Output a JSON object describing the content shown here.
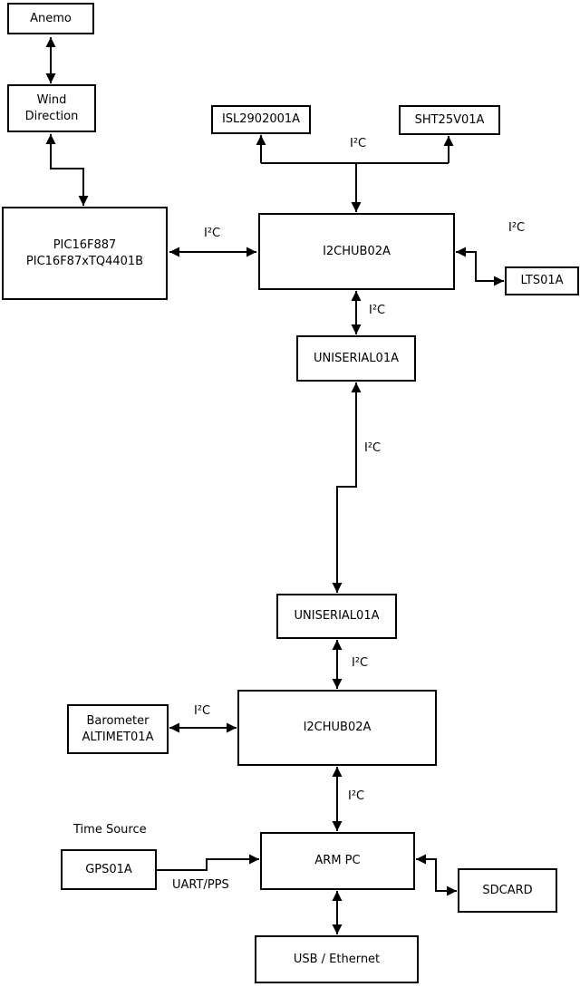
{
  "nodes": {
    "anemo": {
      "label": "Anemo"
    },
    "wind_direction": {
      "line1": "Wind",
      "line2": "Direction"
    },
    "pic": {
      "line1": "PIC16F887",
      "line2": "PIC16F87xTQ4401B"
    },
    "isl": {
      "label": "ISL2902001A"
    },
    "sht": {
      "label": "SHT25V01A"
    },
    "i2c_hub_top": {
      "label": "I2CHUB02A"
    },
    "lts": {
      "label": "LTS01A"
    },
    "uniserial_top": {
      "label": "UNISERIAL01A"
    },
    "uniserial_bottom": {
      "label": "UNISERIAL01A"
    },
    "barometer": {
      "line1": "Barometer",
      "line2": "ALTIMET01A"
    },
    "i2c_hub_bottom": {
      "label": "I2CHUB02A"
    },
    "gps": {
      "label": "GPS01A"
    },
    "arm_pc": {
      "label": "ARM PC"
    },
    "sdcard": {
      "label": "SDCARD"
    },
    "usb_ethernet": {
      "label": "USB / Ethernet"
    }
  },
  "edge_labels": {
    "i2c_sensors": "I²C",
    "i2c_pic": "I²C",
    "i2c_lts": "I²C",
    "i2c_hub_uniserial": "I²C",
    "i2c_uniserial_link": "I²C",
    "i2c_uniserial_hub2": "I²C",
    "i2c_barometer": "I²C",
    "i2c_hub2_armpc": "I²C",
    "time_source": "Time Source",
    "uart_pps": "UART/PPS"
  },
  "edges": [
    {
      "from": "anemo",
      "to": "wind_direction",
      "direction": "bidirectional"
    },
    {
      "from": "wind_direction",
      "to": "pic",
      "direction": "bidirectional"
    },
    {
      "from": "pic",
      "to": "i2c_hub_top",
      "direction": "bidirectional",
      "label": "I²C"
    },
    {
      "from": "i2c_hub_top",
      "to": "isl",
      "direction": "to",
      "label": "I²C"
    },
    {
      "from": "i2c_hub_top",
      "to": "sht",
      "direction": "to",
      "label": "I²C"
    },
    {
      "from": "i2c_hub_top",
      "to": "lts",
      "direction": "bidirectional",
      "label": "I²C"
    },
    {
      "from": "i2c_hub_top",
      "to": "uniserial_top",
      "direction": "bidirectional",
      "label": "I²C"
    },
    {
      "from": "uniserial_top",
      "to": "uniserial_bottom",
      "direction": "bidirectional",
      "label": "I²C"
    },
    {
      "from": "uniserial_bottom",
      "to": "i2c_hub_bottom",
      "direction": "bidirectional",
      "label": "I²C"
    },
    {
      "from": "barometer",
      "to": "i2c_hub_bottom",
      "direction": "bidirectional",
      "label": "I²C"
    },
    {
      "from": "i2c_hub_bottom",
      "to": "arm_pc",
      "direction": "bidirectional",
      "label": "I²C"
    },
    {
      "from": "gps",
      "to": "arm_pc",
      "direction": "to",
      "label": "UART/PPS"
    },
    {
      "from": "arm_pc",
      "to": "sdcard",
      "direction": "bidirectional"
    },
    {
      "from": "arm_pc",
      "to": "usb_ethernet",
      "direction": "bidirectional"
    }
  ],
  "colors": {
    "background": "#ffffff",
    "node_fill": "#ffffff",
    "stroke": "#000000",
    "text": "#000000"
  }
}
